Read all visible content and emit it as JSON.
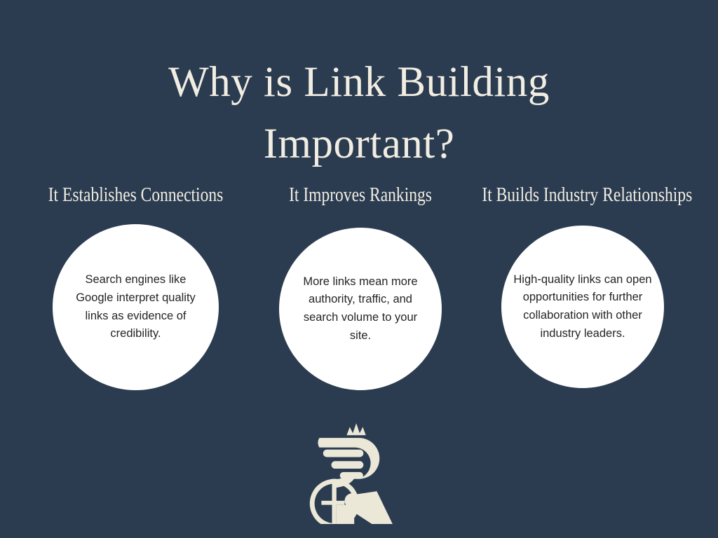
{
  "slide": {
    "background_color": "#2b3c51",
    "accent_cream": "#f1ede2",
    "circle_color": "#ffffff",
    "body_text_color": "#252525",
    "logo_color": "#ece8d8"
  },
  "title": {
    "line1": "Why is Link Building",
    "line2": "Important?",
    "full": "Why is Link Building Important?"
  },
  "columns": [
    {
      "heading": "It Establishes Connections",
      "body": "Search engines like Google interpret quality links as evidence of credibility."
    },
    {
      "heading": "It Improves Rankings",
      "body": "More links mean more authority, traffic, and search volume to your site."
    },
    {
      "heading": "It Builds Industry Relationships",
      "body": "High-quality links can open opportunities for further collaboration with other industry leaders."
    }
  ],
  "logo": {
    "name": "winged-r-crown-logo",
    "color": "#ece8d8"
  }
}
